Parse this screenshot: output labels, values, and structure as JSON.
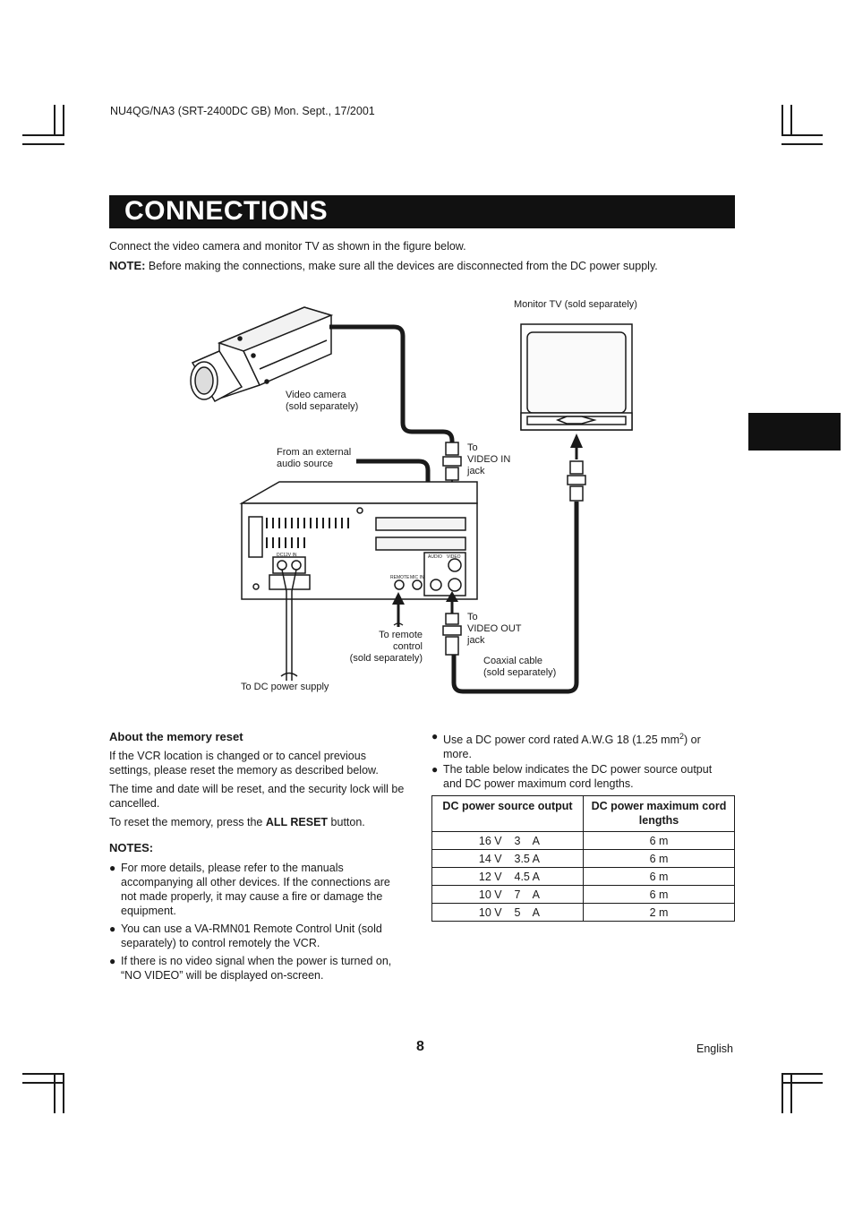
{
  "header": {
    "job_line": "NU4QG/NA3 (SRT-2400DC GB)   Mon. Sept., 17/2001"
  },
  "title": "CONNECTIONS",
  "intro": "Connect the video camera and monitor TV as shown in the figure below.",
  "note": {
    "label": "NOTE:",
    "text": " Before making the connections, make sure all the devices are disconnected from the DC power supply."
  },
  "diagram": {
    "monitor_label": "Monitor TV (sold separately)",
    "camera_label_1": "Video camera",
    "camera_label_2": "(sold separately)",
    "audio_label_1": "From an external",
    "audio_label_2": "audio source",
    "video_in_1": "To",
    "video_in_2": "VIDEO IN",
    "video_in_3": "jack",
    "video_out_1": "To",
    "video_out_2": "VIDEO OUT",
    "video_out_3": "jack",
    "remote_1": "To remote",
    "remote_2": "control",
    "remote_3": "(sold separately)",
    "coax_1": "Coaxial cable",
    "coax_2": "(sold separately)",
    "dc_supply": "To DC power supply",
    "panel": {
      "dc_label": "DC12V IN",
      "remote_label": "REMOTE",
      "mic_label": "MIC IN",
      "audio_label": "AUDIO",
      "video_label": "VIDEO"
    }
  },
  "memory_reset": {
    "heading": "About the memory reset",
    "p1": "If the VCR location is changed or to cancel previous settings, please reset the memory as described below.",
    "p2": "The time and date will be reset, and the security lock will be cancelled.",
    "p3_pre": "To reset the memory, press the ",
    "p3_bold": "ALL RESET",
    "p3_post": " button."
  },
  "notes": {
    "heading": "NOTES:",
    "items": [
      "For more details, please refer to the manuals accompanying all other devices. If the connections are not made properly, it may cause a fire or damage the equipment.",
      "You can use a VA-RMN01 Remote Control Unit (sold separately) to control remotely the VCR.",
      "If there is no video signal when the power is turned on, “NO VIDEO” will be displayed on-screen."
    ]
  },
  "right_col": {
    "bullet1_pre": "Use a DC power cord rated A.W.G 18 (1.25 mm",
    "bullet1_sup": "2",
    "bullet1_post": ") or more.",
    "bullet2": "The table below indicates the DC power source output and DC power maximum cord lengths."
  },
  "table": {
    "headers": [
      "DC power source output",
      "DC power maximum cord lengths"
    ],
    "rows": [
      [
        "16 V    3    A",
        "6 m"
      ],
      [
        "14 V    3.5 A",
        "6 m"
      ],
      [
        "12 V    4.5 A",
        "6 m"
      ],
      [
        "10 V    7    A",
        "6 m"
      ],
      [
        "10 V    5    A",
        "2 m"
      ]
    ]
  },
  "footer": {
    "page_number": "8",
    "language": "English"
  }
}
